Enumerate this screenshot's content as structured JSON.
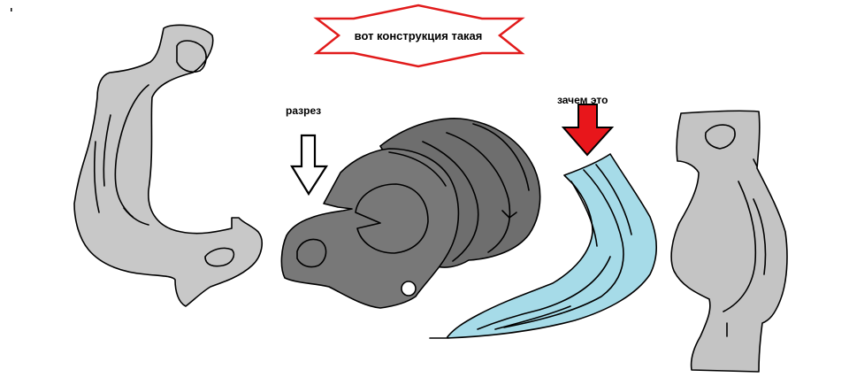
{
  "title_banner": {
    "text": "вот конструкция такая",
    "border_color": "#e11b1b"
  },
  "labels": {
    "section_cut": "разрез",
    "why_this": "зачем это"
  },
  "arrows": {
    "section_arrow": {
      "icon": "down-arrow-outline-icon",
      "fill": "#ffffff"
    },
    "why_arrow": {
      "icon": "down-arrow-red-icon",
      "fill": "#e8161b"
    }
  },
  "parts": {
    "left_part_color": "#c8c8c8",
    "center_part_color": "#787878",
    "center_back_color": "#6e6e6e",
    "blue_part_color": "#a6dbe8",
    "right_part_color": "#c4c4c4",
    "outline_color": "#000000"
  }
}
